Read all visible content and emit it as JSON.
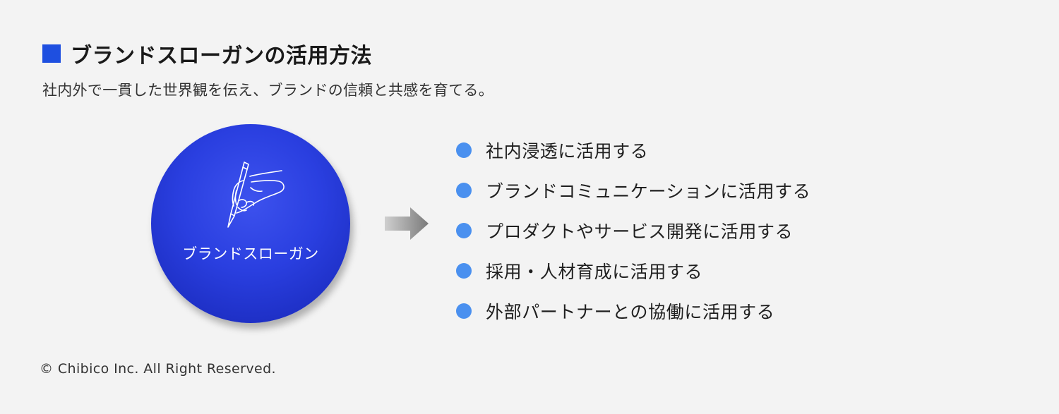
{
  "header": {
    "title": "ブランドスローガンの活用方法",
    "subtitle": "社内外で一貫した世界観を伝え、ブランドの信頼と共感を育てる。"
  },
  "colors": {
    "accent_square": "#1e4fe0",
    "circle_fill": "#2a3fe0",
    "bullet": "#4a90ef",
    "background": "#f3f3f3"
  },
  "center": {
    "label": "ブランドスローガン",
    "icon": "hand-writing-pen-icon"
  },
  "uses": [
    {
      "label": "社内浸透に活用する"
    },
    {
      "label": "ブランドコミュニケーションに活用する"
    },
    {
      "label": "プロダクトやサービス開発に活用する"
    },
    {
      "label": "採用・人材育成に活用する"
    },
    {
      "label": "外部パートナーとの協働に活用する"
    }
  ],
  "footer": {
    "copyright": "© Chibico Inc. All Right Reserved."
  }
}
